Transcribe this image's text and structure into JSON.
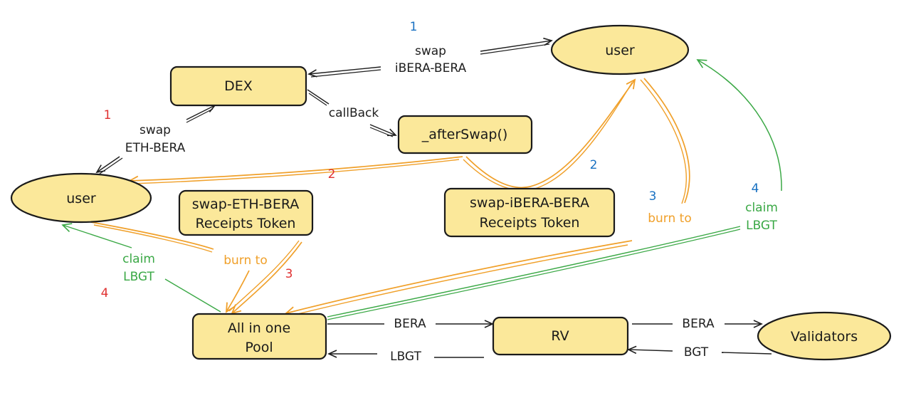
{
  "colors": {
    "box_fill": "#fbe89a",
    "box_stroke": "#1a1a1a",
    "black": "#1e1e1e",
    "orange": "#f0a02a",
    "green": "#3aa845",
    "red": "#e03131",
    "blue": "#1971c2"
  },
  "nodes": {
    "dex": "DEX",
    "after_swap": "_afterSwap()",
    "user_top": "user",
    "user_left": "user",
    "swap_eth_receipt_line1": "swap-ETH-BERA",
    "swap_eth_receipt_line2": "Receipts Token",
    "swap_ibera_receipt_line1": "swap-iBERA-BERA",
    "swap_ibera_receipt_line2": "Receipts Token",
    "pool_line1": "All in one",
    "pool_line2": "Pool",
    "rv": "RV",
    "validators": "Validators"
  },
  "edges": {
    "swap_ibera_line1": "swap",
    "swap_ibera_line2": "iBERA-BERA",
    "swap_eth_line1": "swap",
    "swap_eth_line2": "ETH-BERA",
    "callback": "callBack",
    "burn_to_right": "burn to",
    "burn_to_left": "burn to",
    "claim_left_line1": "claim",
    "claim_left_line2": "LBGT",
    "claim_right_line1": "claim",
    "claim_right_line2": "LBGT",
    "pool_rv_bera": "BERA",
    "rv_pool_lbgt": "LBGT",
    "rv_val_bera": "BERA",
    "val_rv_bgt": "BGT"
  },
  "steps": {
    "blue_1": "1",
    "red_1": "1",
    "red_2": "2",
    "blue_2": "2",
    "blue_3": "3",
    "red_3": "3",
    "red_4": "4",
    "blue_4": "4"
  }
}
